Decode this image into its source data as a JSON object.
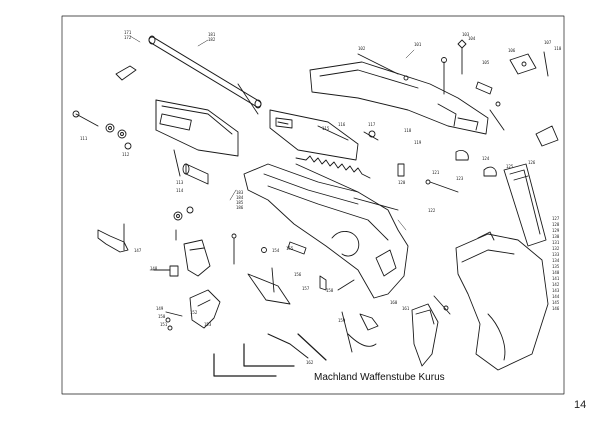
{
  "caption": "Machland Waffenstube Kurus",
  "page_number": "14",
  "part_labels": [
    "171",
    "172",
    "181",
    "182",
    "183",
    "184",
    "185",
    "186",
    "101",
    "102",
    "103",
    "104",
    "105",
    "106",
    "107",
    "110",
    "111",
    "112",
    "113",
    "114",
    "115",
    "116",
    "117",
    "118",
    "119",
    "120",
    "121",
    "122",
    "123",
    "124",
    "125",
    "126",
    "127",
    "128",
    "129",
    "130",
    "131",
    "132",
    "133",
    "134",
    "135",
    "140",
    "141",
    "142",
    "143",
    "144",
    "145",
    "146",
    "147",
    "148",
    "149",
    "150",
    "151",
    "152",
    "153",
    "154",
    "155",
    "156",
    "157",
    "158",
    "159",
    "160",
    "161",
    "162"
  ],
  "colors": {
    "ink": "#1a1a1a",
    "paper": "#ffffff"
  }
}
